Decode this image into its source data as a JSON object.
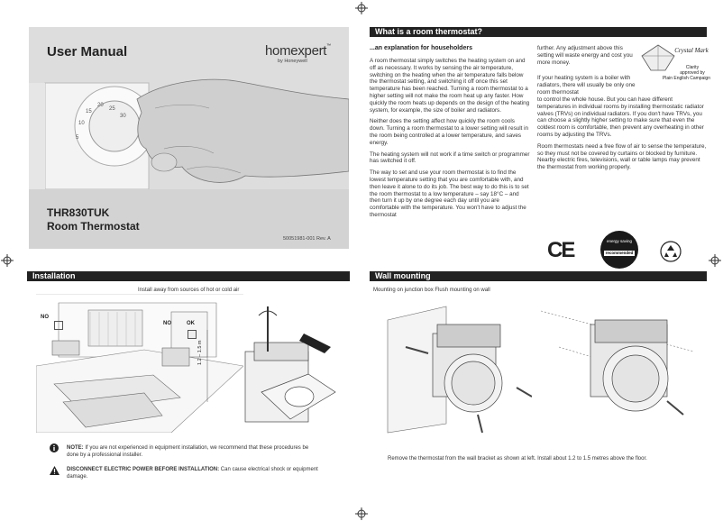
{
  "cover": {
    "title": "User Manual",
    "brand": "homexpert",
    "brand_tm": "™",
    "brand_by": "by Honeywell",
    "model": "THR830TUK",
    "product": "Room Thermostat",
    "doc_number": "50051981-001 Rev. A",
    "dial_numbers": [
      "5",
      "10",
      "15",
      "20",
      "25",
      "30"
    ]
  },
  "what_is": {
    "section_title": "What is a room thermostat?",
    "subtitle": "...an explanation for householders",
    "col1": [
      "A room thermostat simply switches the heating system on and off as necessary. It works by sensing the air temperature, switching on the heating when the air temperature falls below the thermostat setting, and switching it off once this set temperature has been reached. Turning a room thermostat to a higher setting will not make the room heat up any faster. How quickly the room heats up depends on the design of the heating system, for example, the size of boiler and radiators.",
      "Neither does the setting affect how quickly the room cools down. Turning a room thermostat to a lower setting will result in the room being controlled at a lower temperature, and saves energy.",
      "The heating system will not work if a time switch or programmer has switched it off.",
      "The way to set and use your room thermostat is to find the lowest temperature setting that you are comfortable with, and then leave it alone to do its job. The best way to do this is to set the room thermostat to a low temperature – say 18°C – and then turn it up by one degree each day until you are comfortable with the temperature. You won't have to adjust the thermostat"
    ],
    "col2_top": "further. Any adjustment above this setting will waste energy and cost you more money.",
    "col2_mid": "If your heating system is a boiler with radiators, there will usually be only one room thermostat",
    "col2": [
      "to control the whole house. But you can have different temperatures in individual rooms by installing thermostatic radiator valves (TRVs) on individual radiators. If you don't have TRVs, you can choose a slightly higher setting to make sure that even the coldest room is comfortable, then prevent any overheating in other rooms by adjusting the TRVs.",
      "Room thermostats need a free flow of air to sense the temperature, so they must not be covered by curtains or blocked by furniture. Nearby electric fires, televisions, wall or table lamps may prevent the thermostat from working properly."
    ],
    "crystal_mark": {
      "title": "Crystal Mark",
      "line1": "Clarity",
      "line2": "approved by",
      "line3": "Plain English Campaign"
    },
    "energy_badge": {
      "top": "energy saving",
      "bottom": "recommended"
    },
    "ce_mark": "CE"
  },
  "installation": {
    "section_title": "Installation",
    "caption": "Install away from sources of hot or cold air",
    "label_no1": "NO",
    "label_no2": "NO",
    "label_ok": "OK",
    "height_label": "1.2 – 1.5 m",
    "note_bold": "NOTE:",
    "note_text": " If you are not experienced in equipment installation, we recommend that these procedures be done by a professional installer.",
    "warn_bold": "DISCONNECT ELECTRIC POWER BEFORE INSTALLATION:",
    "warn_text": " Can cause electrical shock or equipment damage."
  },
  "wall_mounting": {
    "section_title": "Wall mounting",
    "caption": "Mounting on junction box Flush mounting on wall",
    "footer": "Remove the thermostat from the wall bracket as shown at left. Install about 1.2 to 1.5 metres above the floor."
  }
}
